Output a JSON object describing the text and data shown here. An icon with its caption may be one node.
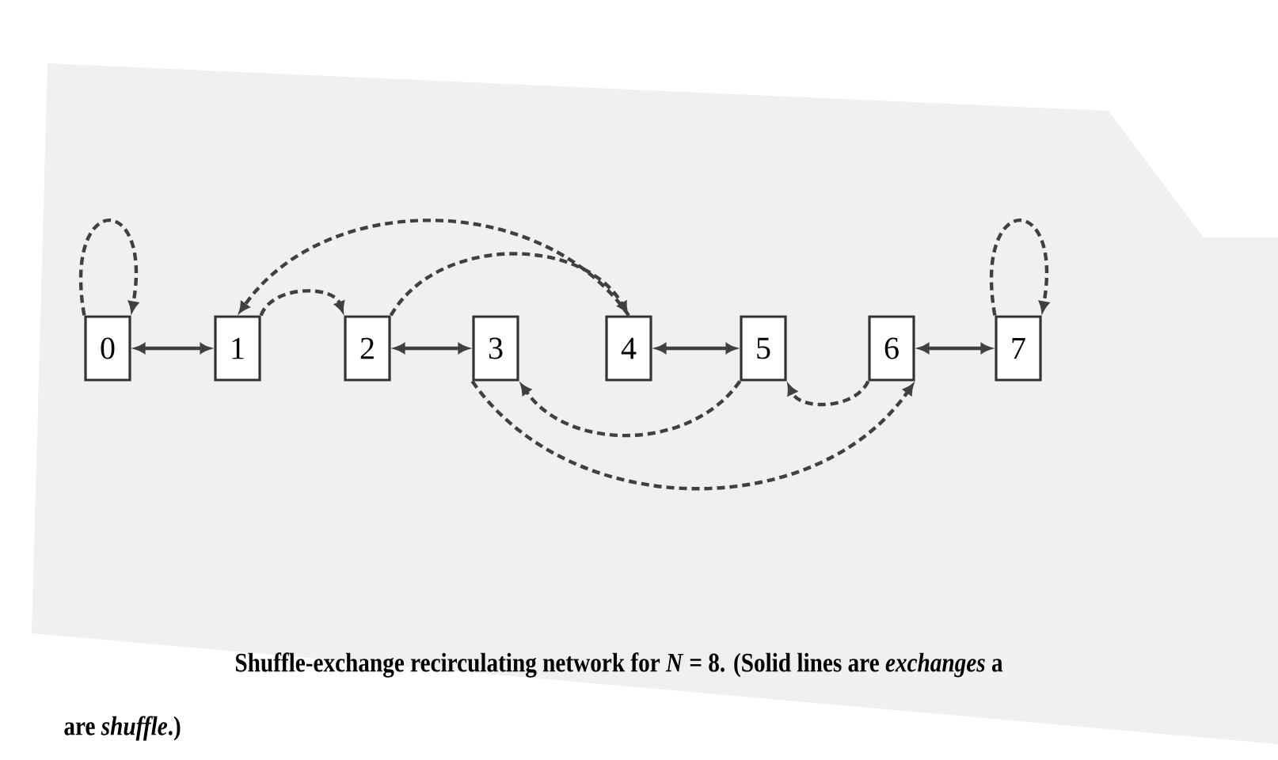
{
  "diagram": {
    "caption": "Shuffle-exchange recirculating network for *N* = 8. (Solid lines are *exchanges* a",
    "nodes": [
      {
        "text": [
          "0"
        ]
      },
      {
        "text": [
          "1"
        ]
      },
      {
        "text": [
          "2"
        ]
      },
      {
        "text": [
          "3"
        ]
      },
      {
        "text": [
          "4"
        ]
      },
      {
        "text": [
          "5"
        ]
      },
      {
        "text": [
          "6"
        ]
      },
      {
        "text": [
          "7"
        ]
      }
    ],
    "edges": [
      {
        "from": 0,
        "to": 1,
        "arrow": "both"
      },
      {
        "from": 2,
        "to": 3,
        "arrow": "both"
      },
      {
        "from": 4,
        "to": 5,
        "arrow": "both"
      },
      {
        "from": 6,
        "to": 7,
        "arrow": "both"
      },
      {
        "from": 0,
        "to": 0,
        "arrow": "to",
        "style": "dashed"
      },
      {
        "from": 1,
        "to": 2,
        "arrow": "to",
        "style": "dashed"
      },
      {
        "from": 2,
        "to": 4,
        "arrow": "to",
        "style": "dashed"
      },
      {
        "from": 4,
        "to": 1,
        "arrow": "to",
        "style": "dashed"
      },
      {
        "from": 3,
        "to": 6,
        "arrow": "to",
        "style": "dashed"
      },
      {
        "from": 6,
        "to": 5,
        "arrow": "to",
        "style": "dashed"
      },
      {
        "from": 5,
        "to": 3,
        "arrow": "to",
        "style": "dashed"
      },
      {
        "from": 7,
        "to": 7,
        "arrow": "to",
        "style": "dashed"
      }
    ],
    "labels": [
      "are *shuffle*.)"
    ]
  }
}
